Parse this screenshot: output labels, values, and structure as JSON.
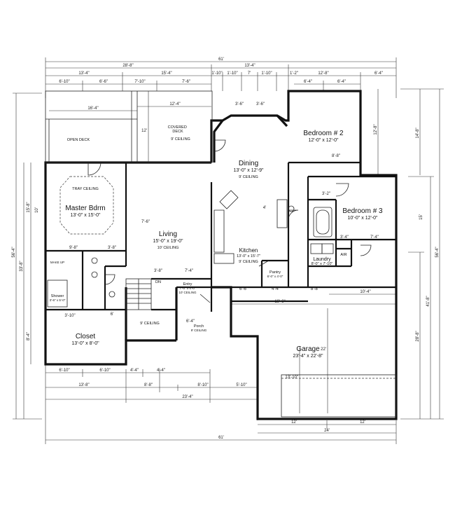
{
  "rooms": [
    {
      "key": "bedroom2",
      "name": "Bedroom # 2",
      "size": "12'-0\" x 12'-0\""
    },
    {
      "key": "bedroom3",
      "name": "Bedroom # 3",
      "size": "10'-0\" x 12'-0\""
    },
    {
      "key": "dining",
      "name": "Dining",
      "size": "13'-0\" x 12'-9\"",
      "note": "9' CEILING"
    },
    {
      "key": "master",
      "name": "Master Bdrm",
      "size": "13'-0\" x 15'-0\"",
      "note": "TRAY CEILING"
    },
    {
      "key": "living",
      "name": "Living",
      "size": "15'-0\" x 19'-0\"",
      "note": "10' CEILING"
    },
    {
      "key": "kitchen",
      "name": "Kitchen",
      "size": "13'-0\" x 15'-7\"",
      "note": "9' CEILING"
    },
    {
      "key": "laundry",
      "name": "Laundry",
      "size": "8'-0\" x 7'-10\""
    },
    {
      "key": "pantry",
      "name": "Pantry",
      "size": "6'-0\" x 4'-0\""
    },
    {
      "key": "closet",
      "name": "Closet",
      "size": "13'-0\" x 8'-0\""
    },
    {
      "key": "garage",
      "name": "Garage",
      "size": "23'-4\" x 22'-8\""
    },
    {
      "key": "shower",
      "name": "Shower",
      "size": "3'-6\" x 5'-0\""
    },
    {
      "key": "entry",
      "name": "Entry",
      "size": "7'-0\" x 4'-0\"",
      "note": "10' CEILING"
    },
    {
      "key": "porch",
      "name": "Porch",
      "size": "",
      "note": "9' CEILING"
    }
  ],
  "labels": {
    "open_deck": "OPEN DECK",
    "covered_deck": "COVERED\nDECK",
    "covered_ceiling": "9' CEILING",
    "hall_ceiling": "9' CEILING",
    "air": "AIR",
    "make_up": "MAKE UP",
    "dn": "DN",
    "ceiling_side": "10' CEILING"
  },
  "dimensions": {
    "top_overall": "61'",
    "top_row2": [
      "28'-8\"",
      "13'-4\""
    ],
    "top_row3": [
      "13'-4\"",
      "15'-4\"",
      "1'-10\"",
      "1'-10\"",
      "7'",
      "1'-10\"",
      "1'-2\"",
      "12'-8\"",
      "6'-4\""
    ],
    "top_row4": [
      "6'-10\"",
      "6'-6\"",
      "7'-10\"",
      "7'-6\"",
      "6'-4\"",
      "6'-4\""
    ],
    "deck": [
      "16'-4\"",
      "12'-4\"",
      "12'"
    ],
    "dining_top": [
      "3'-6\"",
      "3'-6\""
    ],
    "bottom_row1": [
      "6'-10\"",
      "6'-10\"",
      "4'-4\"",
      "4'-4\""
    ],
    "bottom_row2": [
      "13'-8\"",
      "8'-8\"",
      "8'-10\"",
      "5'-10\""
    ],
    "bottom_row3": "23'-4\"",
    "bottom_overall": "61'",
    "garage": [
      "12'",
      "12'",
      "24'",
      "19'-6\"",
      "10'-4\"",
      "22'",
      "13'-10\""
    ],
    "left": [
      "56'-4\"",
      "33'-8\"",
      "15'-8\"",
      "10'",
      "8'-4\""
    ],
    "right": [
      "56'-4\"",
      "41'-8\"",
      "28'-8\"",
      "14'-8\"",
      "15'",
      "12'-8\""
    ],
    "interior": [
      "9'-8\"",
      "3'-8\"",
      "7'-6\"",
      "7'-4\"",
      "3'-8\"",
      "6'-4\"",
      "8'-8\"",
      "4'-4\"",
      "6'-6\"",
      "3'-10\"",
      "3'-2\"",
      "8'-8\"",
      "7'-4\"",
      "3'-4\"",
      "4'",
      "6'"
    ]
  }
}
